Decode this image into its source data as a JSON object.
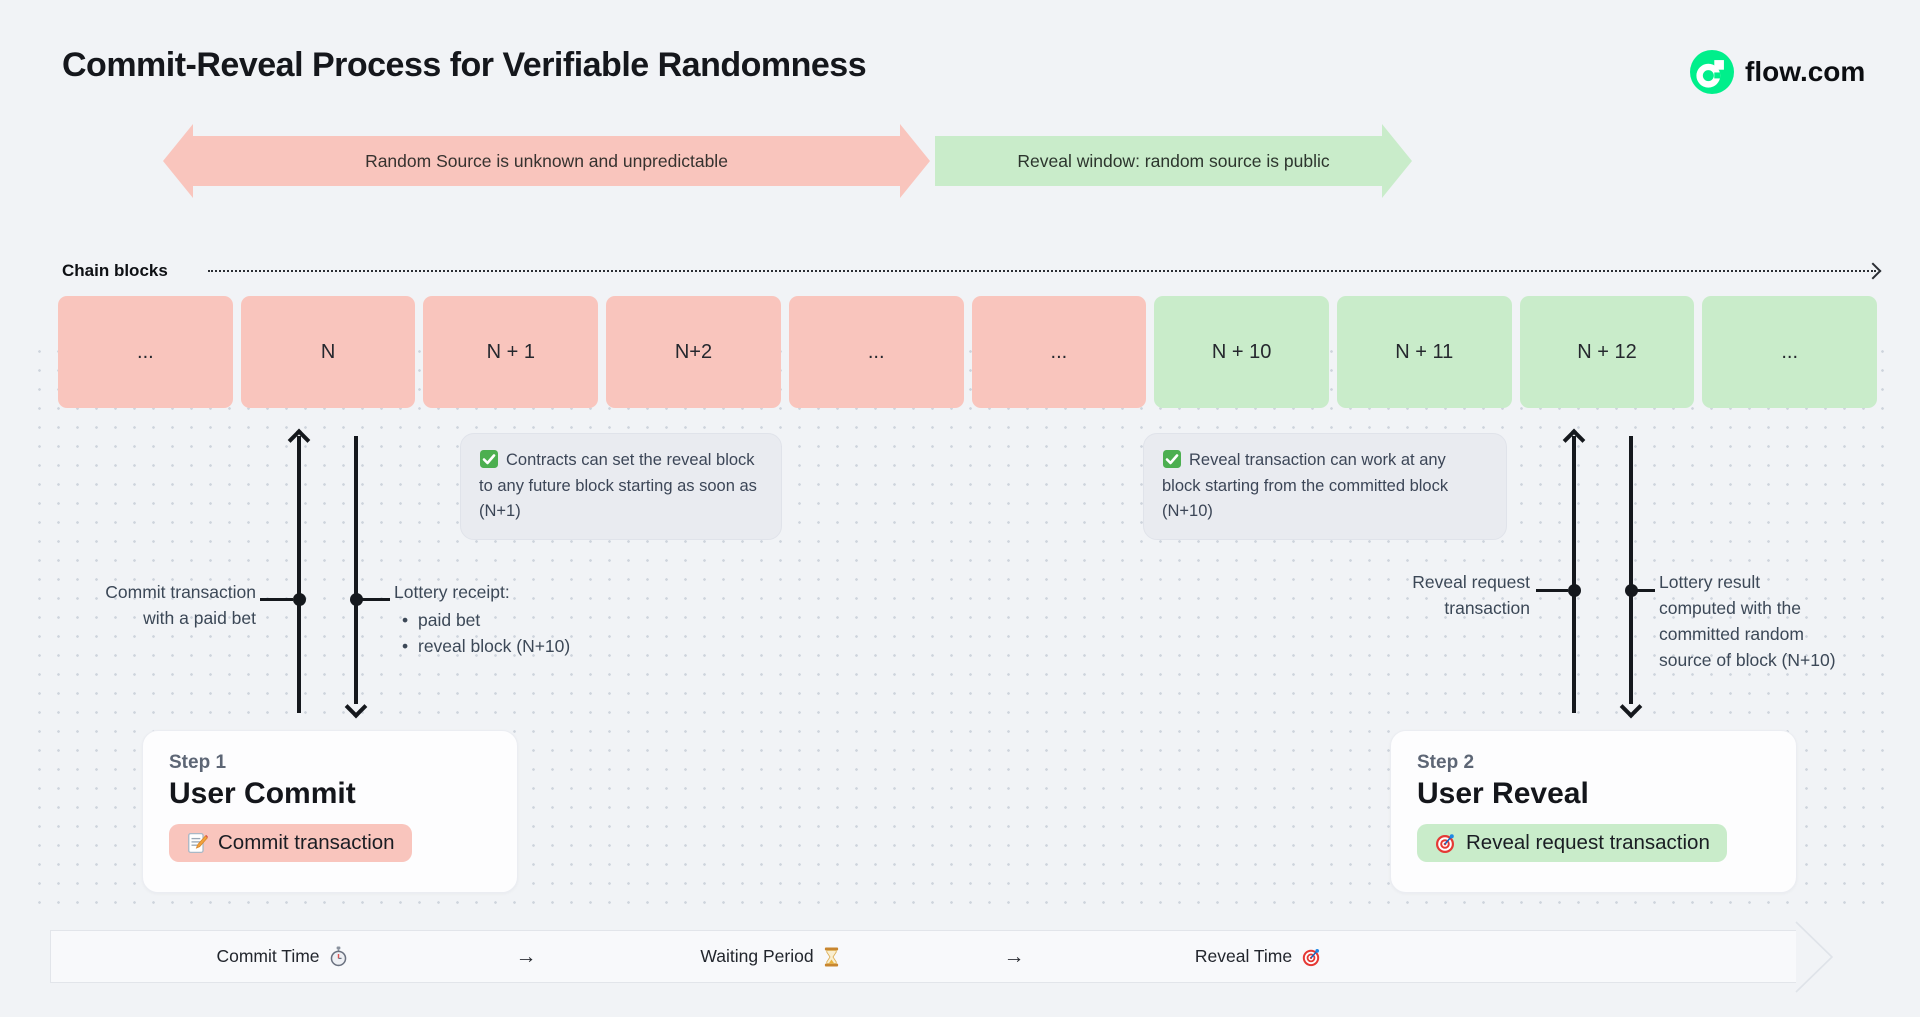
{
  "title": "Commit-Reveal Process for Verifiable Randomness",
  "brand": {
    "name": "flow.com"
  },
  "phases": {
    "unknown": {
      "label": "Random Source is unknown and unpredictable",
      "color": "#f9c5bd"
    },
    "reveal": {
      "label": "Reveal window: random source is public",
      "color": "#c9ecca"
    }
  },
  "chain": {
    "label": "Chain blocks",
    "blocks": [
      "...",
      "N",
      "N + 1",
      "N+2",
      "...",
      "...",
      "N + 10",
      "N + 11",
      "N + 12",
      "..."
    ]
  },
  "notes": {
    "commit": {
      "icon": "check-icon",
      "text": "Contracts can set the reveal block to any future block starting as soon as (N+1)"
    },
    "reveal": {
      "icon": "check-icon",
      "text": "Reveal transaction can work at any block starting from the committed block (N+10)"
    }
  },
  "annotations": {
    "commit_tx": {
      "line1": "Commit transaction",
      "line2": "with a paid bet"
    },
    "lottery_receipt": {
      "title": "Lottery receipt:",
      "bullets": [
        "paid bet",
        "reveal block (N+10)"
      ]
    },
    "reveal_tx": {
      "line1": "Reveal request",
      "line2": "transaction"
    },
    "lottery_result": {
      "line1": "Lottery result",
      "line2": "computed with the",
      "line3": "committed random",
      "line4": "source of block (N+10)"
    }
  },
  "steps": {
    "commit": {
      "kicker": "Step 1",
      "title": "User Commit",
      "pill": "Commit transaction",
      "pill_icon": "memo-icon",
      "pill_color": "#f9c5bd"
    },
    "reveal": {
      "kicker": "Step 2",
      "title": "User Reveal",
      "pill": "Reveal request transaction",
      "pill_icon": "target-icon",
      "pill_color": "#c9ecca"
    }
  },
  "timeline": {
    "commit": "Commit Time",
    "arrow1": "→",
    "waiting": "Waiting Period",
    "arrow2": "→",
    "reveal": "Reveal Time"
  },
  "colors": {
    "flow_green": "#00ef8b",
    "phase_pink": "#f9c5bd",
    "phase_green": "#c9ecca"
  }
}
